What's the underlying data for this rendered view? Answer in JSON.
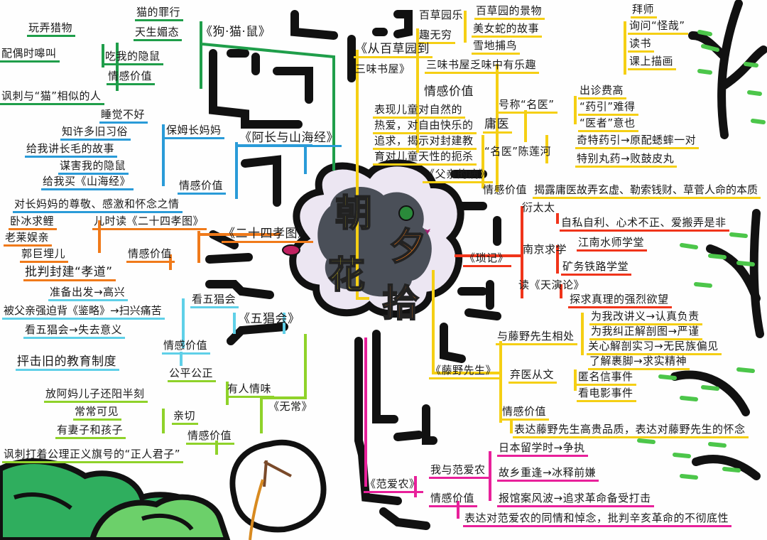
{
  "title": {
    "c1": "朝",
    "c2": "花",
    "c3": "夕",
    "c4": "拾"
  },
  "colors": {
    "green": "#1f9e4a",
    "blue": "#2a9bd8",
    "orange": "#f07a1a",
    "cyan": "#5fd0e8",
    "lime": "#8fd22a",
    "yellow": "#f5cf14",
    "red": "#f0341a",
    "pink": "#e8209a",
    "cloud": "#4a4f58"
  },
  "dog_cat_mouse": {
    "title": "《狗·猫·鼠》",
    "crimes": "猫的罪行",
    "items": [
      "天生媚态",
      "玩弄猎物",
      "配偶时嗥叫",
      "吃我的隐鼠"
    ],
    "value": "情感价值",
    "value_text": "讽刺与“猫”相似的人"
  },
  "ah_chang": {
    "title": "《阿长与山海经》",
    "nanny": "保姆长妈妈",
    "items": [
      "睡觉不好",
      "知许多旧习俗",
      "给我讲长毛的故事",
      "谋害我的隐鼠",
      "给我买《山海经》"
    ],
    "value": "情感价值",
    "value_text": "对长妈妈的尊敬、感激和怀念之情"
  },
  "filial": {
    "title": "《二十四孝图》",
    "childhood": "儿时读《二十四孝图》",
    "items": [
      "卧冰求鲤",
      "老莱娱亲",
      "郭巨埋儿"
    ],
    "value": "情感价值",
    "value_text": "批判封建“孝道”"
  },
  "wuchang_fair": {
    "title": "《五猖会》",
    "watch": "看五猖会",
    "items": [
      "准备出发→高兴",
      "被父亲强迫背《鉴略》→扫兴痛苦",
      "看五猖会→失去意义"
    ],
    "value": "情感价值",
    "value_text": "抨击旧的教育制度"
  },
  "wuchang": {
    "title": "《无常》",
    "humane": "有人情味",
    "humane_items": [
      "公平公正",
      "放阿妈儿子还阳半刻"
    ],
    "kind": "亲切",
    "kind_items": [
      "常常可见",
      "有妻子和孩子"
    ],
    "value": "情感价值",
    "value_text": "讽刺打着公理正义旗号的“正人君子”"
  },
  "garden": {
    "title_l1": "《从百草园到",
    "title_l2": "三味书屋》",
    "garden_a": "百草园乐",
    "garden_b": "趣无穷",
    "garden_items": [
      "百草园的景物",
      "美女蛇的故事",
      "雪地捕鸟"
    ],
    "study": "三味书屋乏味中有乐趣",
    "study_items": [
      "拜师",
      "询问“怪哉”",
      "读书",
      "课上描画"
    ],
    "value": "情感价值",
    "value_lines": [
      "表现儿童对自然的",
      "热爱，对自由快乐的",
      "追求，揭示对封建教",
      "育对儿童天性的扼杀"
    ]
  },
  "father": {
    "title": "《父亲的病》",
    "quack": "庸医",
    "famous": "号称“名医”",
    "famous_items": [
      "出诊费高",
      "“药引”难得",
      "“医者”意也"
    ],
    "chen": "“名医”陈莲河",
    "chen_items": [
      "奇特药引→原配蟋蟀一对",
      "特别丸药→败鼓皮丸"
    ],
    "value": "情感价值",
    "value_text": "揭露庸医故弄玄虚、勒索钱财、草菅人命的本质"
  },
  "trivia": {
    "title": "《琐记》",
    "yan": "衍太太",
    "yan_text": "自私自利、心术不正、爱搬弄是非",
    "nanjing": "南京求学",
    "nanjing_items": [
      "江南水师学堂",
      "矿务铁路学堂"
    ],
    "evolution": "读《天演论》",
    "evolution_text": "探求真理的强烈欲望"
  },
  "fujino": {
    "title": "《藤野先生》",
    "with": "与藤野先生相处",
    "with_items": [
      "为我改讲义→认真负责",
      "为我纠正解剖图→严谨",
      "关心解剖实习→无民族偏见",
      "了解裹脚→求实精神"
    ],
    "switch": "弃医从文",
    "switch_items": [
      "匿名信事件",
      "看电影事件"
    ],
    "value": "情感价值",
    "value_text": "表达藤野先生高贵品质，表达对藤野先生的怀念"
  },
  "fan": {
    "title": "《范爱农》",
    "me": "我与范爱农",
    "me_items": [
      "日本留学时→争执",
      "故乡重逢→冰释前嫌",
      "报馆案风波→追求革命备受打击"
    ],
    "value": "情感价值",
    "value_text": "表达对范爱农的同情和悼念，批判辛亥革命的不彻底性"
  }
}
